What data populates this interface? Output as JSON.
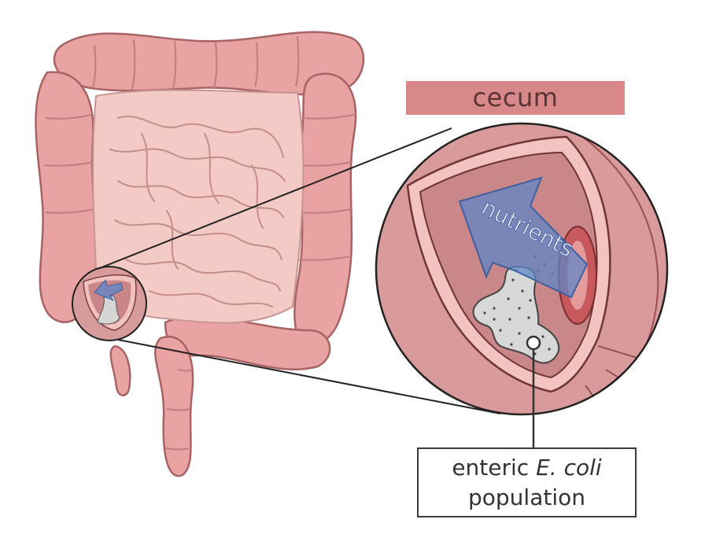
{
  "labels": {
    "region": "cecum",
    "flow": "nutrients",
    "callout_line1_prefix": "enteric ",
    "callout_line1_italic": "E. coli",
    "callout_line2": "population"
  },
  "colors": {
    "colon": "#e9a3a2",
    "colon_outline": "#b06a6b",
    "small_intestine": "#f2c8c4",
    "cecum_tag": "#d9888a",
    "arrow": "#5b87c9",
    "bacteria": "#d6d6d6",
    "zoom_lines": "#222222"
  }
}
